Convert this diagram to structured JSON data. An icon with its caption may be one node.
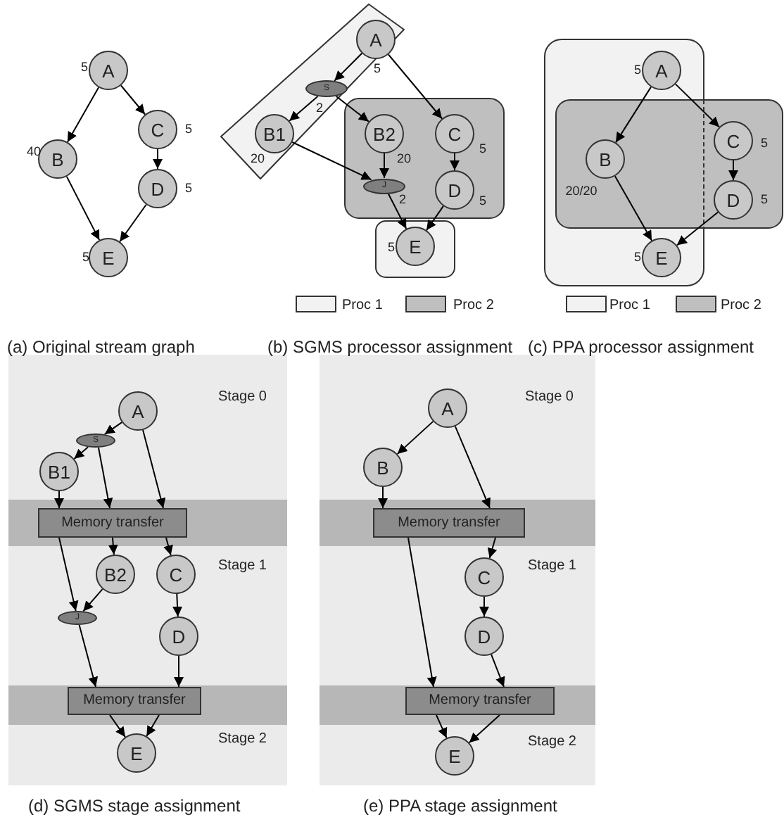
{
  "diagram": {
    "nodes": [
      {
        "text": [
          "A"
        ],
        "beside": [
          "5"
        ]
      },
      {
        "text": [
          "C"
        ],
        "beside": [
          "5"
        ]
      },
      {
        "text": [
          "B"
        ],
        "beside": [
          "40"
        ]
      },
      {
        "text": [
          "D"
        ],
        "beside": [
          "5"
        ]
      },
      {
        "text": [
          "E"
        ],
        "beside": [
          "5"
        ]
      },
      {
        "text": [
          "A"
        ],
        "beside": [
          "5"
        ]
      },
      {
        "text": [
          "S"
        ],
        "beside": [
          "2"
        ]
      },
      {
        "text": [
          "B1"
        ],
        "beside": [
          "20"
        ]
      },
      {
        "text": [
          "B2"
        ],
        "beside": [
          "20"
        ]
      },
      {
        "text": [
          "C"
        ],
        "beside": [
          "5"
        ]
      },
      {
        "text": [
          "J"
        ],
        "beside": [
          "2"
        ]
      },
      {
        "text": [
          "D"
        ],
        "beside": [
          "5"
        ]
      },
      {
        "text": [
          "E"
        ],
        "beside": [
          "5"
        ]
      },
      {
        "text": [
          "A"
        ],
        "beside": [
          "5"
        ]
      },
      {
        "text": [
          "B"
        ],
        "beside": [
          "20/20"
        ]
      },
      {
        "text": [
          "C"
        ],
        "beside": [
          "5"
        ]
      },
      {
        "text": [
          "D"
        ],
        "beside": [
          "5"
        ]
      },
      {
        "text": [
          "E"
        ],
        "beside": [
          "5"
        ]
      },
      {
        "text": [
          "A"
        ]
      },
      {
        "text": [
          "S"
        ]
      },
      {
        "text": [
          "B1"
        ]
      },
      {
        "text": [
          "Memory transfer"
        ]
      },
      {
        "text": [
          "B2"
        ]
      },
      {
        "text": [
          "C"
        ]
      },
      {
        "text": [
          "J"
        ]
      },
      {
        "text": [
          "D"
        ]
      },
      {
        "text": [
          "Memory transfer"
        ]
      },
      {
        "text": [
          "E"
        ]
      },
      {
        "text": [
          "A"
        ]
      },
      {
        "text": [
          "B"
        ]
      },
      {
        "text": [
          "Memory transfer"
        ]
      },
      {
        "text": [
          "C"
        ]
      },
      {
        "text": [
          "D"
        ]
      },
      {
        "text": [
          "Memory transfer"
        ]
      },
      {
        "text": [
          "E"
        ]
      }
    ],
    "edges": [
      {
        "from": 0,
        "to": 2,
        "arrow": "to"
      },
      {
        "from": 0,
        "to": 1,
        "arrow": "to"
      },
      {
        "from": 1,
        "to": 3,
        "arrow": "to"
      },
      {
        "from": 2,
        "to": 4,
        "arrow": "to"
      },
      {
        "from": 3,
        "to": 4,
        "arrow": "to"
      },
      {
        "from": 5,
        "to": 6,
        "arrow": "to"
      },
      {
        "from": 5,
        "to": 9,
        "arrow": "to"
      },
      {
        "from": 6,
        "to": 7,
        "arrow": "to"
      },
      {
        "from": 6,
        "to": 8,
        "arrow": "to"
      },
      {
        "from": 7,
        "to": 10,
        "arrow": "to"
      },
      {
        "from": 8,
        "to": 10,
        "arrow": "to"
      },
      {
        "from": 9,
        "to": 11,
        "arrow": "to"
      },
      {
        "from": 10,
        "to": 12,
        "arrow": "to"
      },
      {
        "from": 11,
        "to": 12,
        "arrow": "to"
      },
      {
        "from": 13,
        "to": 14,
        "arrow": "to"
      },
      {
        "from": 13,
        "to": 15,
        "arrow": "to"
      },
      {
        "from": 15,
        "to": 16,
        "arrow": "to"
      },
      {
        "from": 14,
        "to": 17,
        "arrow": "to"
      },
      {
        "from": 16,
        "to": 17,
        "arrow": "to"
      },
      {
        "from": 18,
        "to": 19,
        "arrow": "to"
      },
      {
        "from": 18,
        "to": 21,
        "arrow": "to"
      },
      {
        "from": 19,
        "to": 20,
        "arrow": "to"
      },
      {
        "from": 19,
        "to": 21,
        "arrow": "to"
      },
      {
        "from": 20,
        "to": 21,
        "arrow": "to"
      },
      {
        "from": 21,
        "to": 24,
        "arrow": "to"
      },
      {
        "from": 21,
        "to": 22,
        "arrow": "to"
      },
      {
        "from": 21,
        "to": 23,
        "arrow": "to"
      },
      {
        "from": 22,
        "to": 24,
        "arrow": "to"
      },
      {
        "from": 23,
        "to": 25,
        "arrow": "to"
      },
      {
        "from": 24,
        "to": 26,
        "arrow": "to"
      },
      {
        "from": 25,
        "to": 26,
        "arrow": "to"
      },
      {
        "from": 26,
        "to": 27,
        "arrow": "to"
      },
      {
        "from": 26,
        "to": 27,
        "arrow": "to"
      },
      {
        "from": 28,
        "to": 29,
        "arrow": "to"
      },
      {
        "from": 28,
        "to": 30,
        "arrow": "to"
      },
      {
        "from": 29,
        "to": 30,
        "arrow": "to"
      },
      {
        "from": 30,
        "to": 31,
        "arrow": "to"
      },
      {
        "from": 30,
        "to": 33,
        "arrow": "to"
      },
      {
        "from": 31,
        "to": 32,
        "arrow": "to"
      },
      {
        "from": 32,
        "to": 33,
        "arrow": "to"
      },
      {
        "from": 33,
        "to": 34,
        "arrow": "to"
      },
      {
        "from": 33,
        "to": 34,
        "arrow": "to"
      }
    ],
    "labels": [
      "(a) Original stream graph",
      "(b) SGMS processor assignment",
      "(c) PPA processor assignment",
      "Stage 0",
      "Stage 1",
      "Stage 2",
      "Stage 0",
      "Stage 1",
      "Stage 2",
      "(d) SGMS stage assignment",
      "(e) PPA stage assignment"
    ],
    "legend": [
      {
        "text": "Proc 1",
        "color": "#f2f2f2"
      },
      {
        "text": "Proc 2",
        "color": "#bfbfbf"
      },
      {
        "text": "Proc 1",
        "color": "#f2f2f2"
      },
      {
        "text": "Proc 2",
        "color": "#bfbfbf"
      }
    ]
  }
}
